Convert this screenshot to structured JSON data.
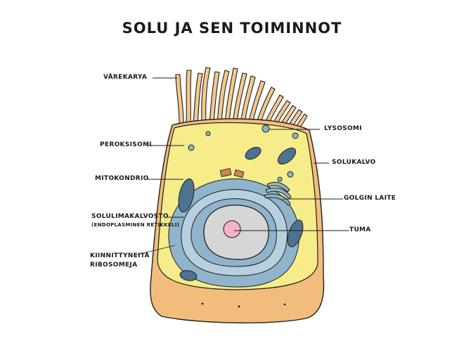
{
  "title": "SOLU JA SEN TOIMINNOT",
  "labels": {
    "varekarya": "VÄREKARYA",
    "peroksisomi": "PEROKSISOMI",
    "mitokondrio": "MITOKONDRIO",
    "solulimakalvosto": "SOLULIMAKALVOSTO",
    "endoplasminen": "(ENDOPLASMINEN RETIKKELI)",
    "kiinnittyneita": "KIINNITTYNEITÄ",
    "ribosomeja": "RIBOSOMEJA",
    "lysosomi": "LYSOSOMI",
    "solukalvo": "SOLUKALVO",
    "golgin_laite": "GOLGIN LAITE",
    "tuma": "TUMA"
  },
  "colors": {
    "cytoplasm": "#f6ec8a",
    "cell_base": "#f2bd7c",
    "cilia": "#f3c98e",
    "organelle_blue": "#8fb4cc",
    "organelle_dark": "#4e7390",
    "nucleus": "#d6d6d6",
    "nucleolus": "#f4b3c6",
    "outline": "#1e1e1e"
  }
}
